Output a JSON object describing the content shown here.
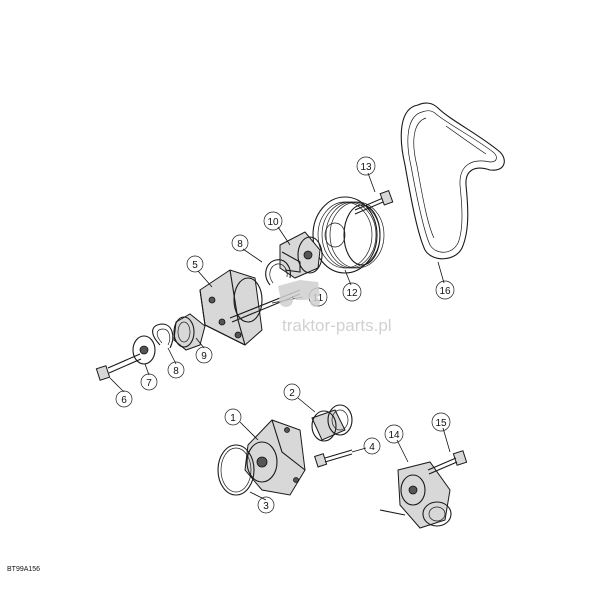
{
  "callouts": [
    "1",
    "2",
    "3",
    "4",
    "5",
    "6",
    "7",
    "8",
    "9",
    "10",
    "11",
    "12",
    "13",
    "14",
    "15",
    "16"
  ],
  "watermark": "traktor-parts.pl",
  "figure_ref": "BT99A156"
}
